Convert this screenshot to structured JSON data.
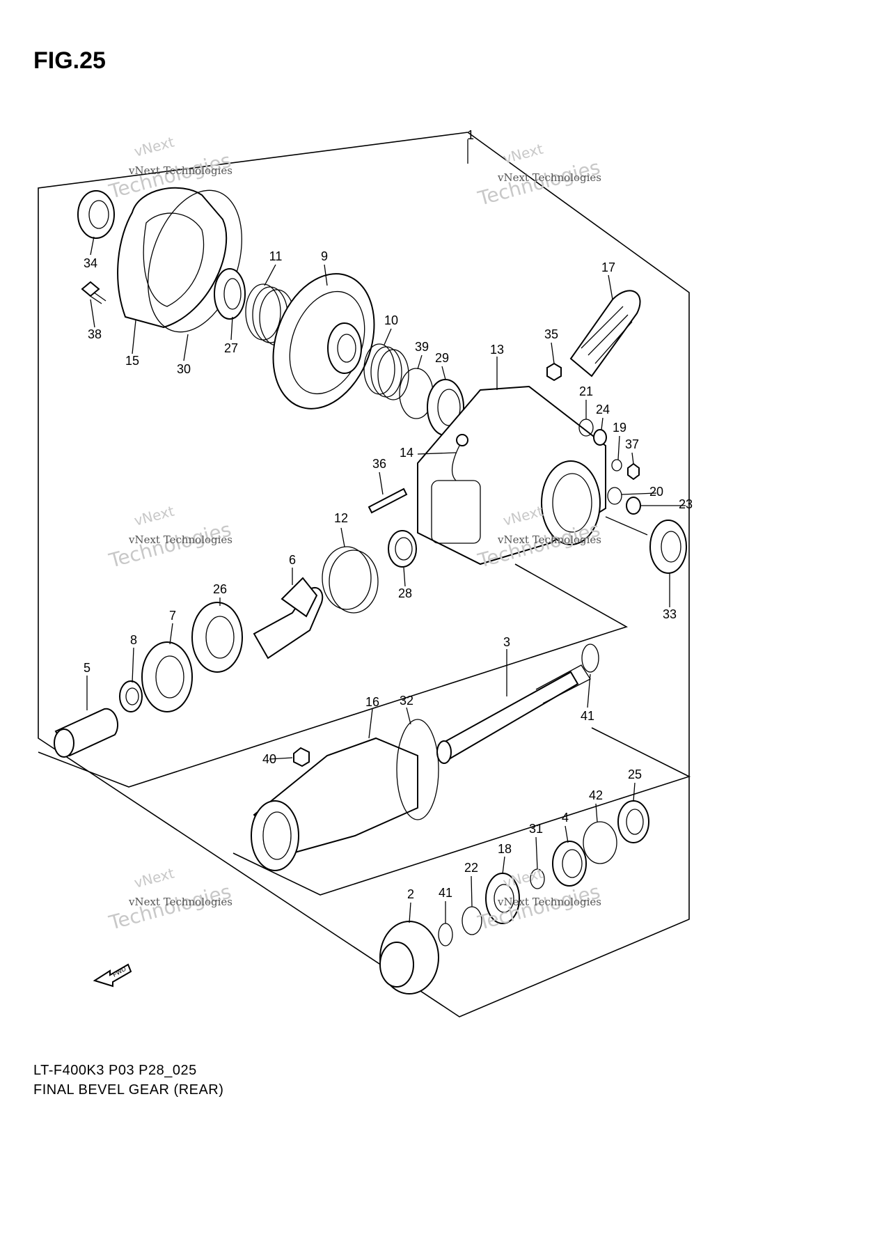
{
  "figure": {
    "title": "FIG.25",
    "model_code": "LT-F400K3 P03 P28_025",
    "name": "FINAL BEVEL GEAR (REAR)"
  },
  "watermark": {
    "line_small": "vNext Technologies",
    "line_large": "Technologies",
    "line_top": "vNext"
  },
  "fwd_label": "FWD",
  "callouts": [
    "1",
    "2",
    "3",
    "4",
    "5",
    "6",
    "7",
    "8",
    "9",
    "10",
    "11",
    "12",
    "13",
    "14",
    "15",
    "16",
    "17",
    "18",
    "19",
    "20",
    "21",
    "22",
    "23",
    "24",
    "25",
    "26",
    "27",
    "28",
    "29",
    "30",
    "31",
    "32",
    "33",
    "34",
    "35",
    "36",
    "37",
    "38",
    "39",
    "40",
    "41",
    "41",
    "42"
  ]
}
